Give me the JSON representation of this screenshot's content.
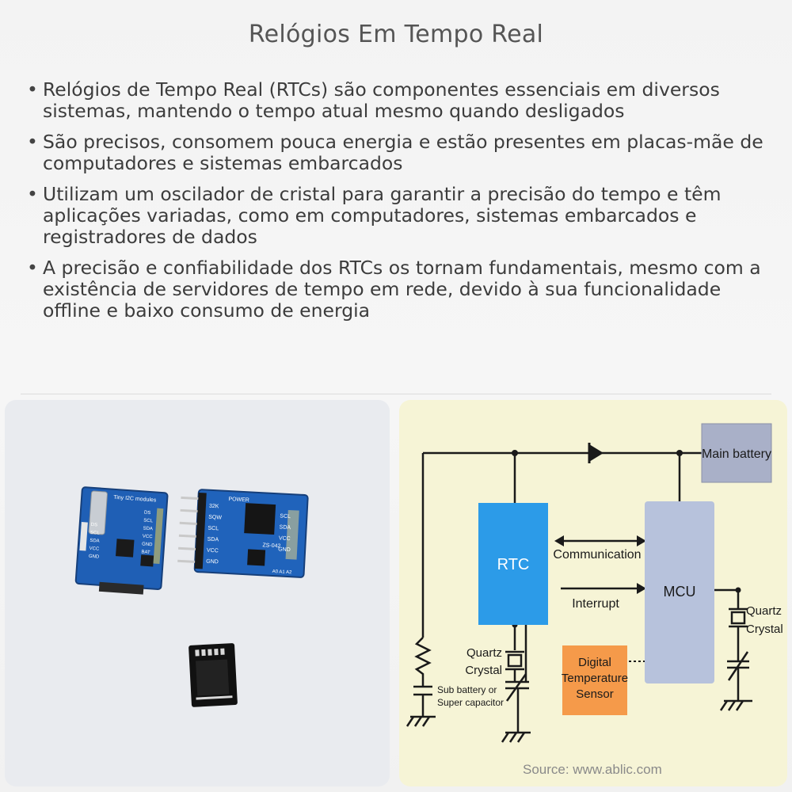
{
  "title": "Relógios Em Tempo Real",
  "bullets": [
    "Relógios de Tempo Real (RTCs) são componentes essenciais em diversos sistemas, mantendo o tempo atual mesmo quando desligados",
    "São precisos, consomem pouca energia e estão presentes em placas-mãe de computadores e sistemas embarcados",
    "Utilizam um oscilador de cristal para garantir a precisão do tempo e têm aplicações variadas, como em computadores, sistemas embarcados e registradores de dados",
    "A precisão e confiabilidade dos RTCs os tornam fundamentais, mesmo com a existência de servidores de tempo em rede, devido à sua funcionalidade offline e baixo consumo de energia"
  ],
  "photo": {
    "board1_label": "Tiny I2C modules",
    "board1_pins": [
      "DS",
      "SCL",
      "SDA",
      "VCC",
      "GND"
    ],
    "board1_pins_right": [
      "DS",
      "SCL",
      "SDA",
      "VCC",
      "GND",
      "BAT"
    ],
    "board2_label": "POWER",
    "board2_pins": [
      "32K",
      "SQW",
      "SCL",
      "SDA",
      "VCC",
      "GND"
    ],
    "board2_pins_right": [
      "SCL",
      "SDA",
      "VCC",
      "GND"
    ],
    "board2_model": "ZS-042",
    "board2_addr": "A0 A1 A2"
  },
  "diagram": {
    "main_battery": "Main battery",
    "rtc": "RTC",
    "mcu": "MCU",
    "communication": "Communication",
    "interrupt": "Interrupt",
    "quartz_left_1": "Quartz",
    "quartz_left_2": "Crystal",
    "quartz_right_1": "Quartz",
    "quartz_right_2": "Crystal",
    "sensor_1": "Digital",
    "sensor_2": "Temperature",
    "sensor_3": "Sensor",
    "sub_battery_1": "Sub battery or",
    "sub_battery_2": "Super capacitor",
    "source": "Source: www.ablic.com",
    "colors": {
      "rtc": "#2c9be8",
      "mcu": "#b7c2dc",
      "battery": "#a9b0c8",
      "sensor": "#f59a4a",
      "background": "#f6f4d6"
    }
  }
}
